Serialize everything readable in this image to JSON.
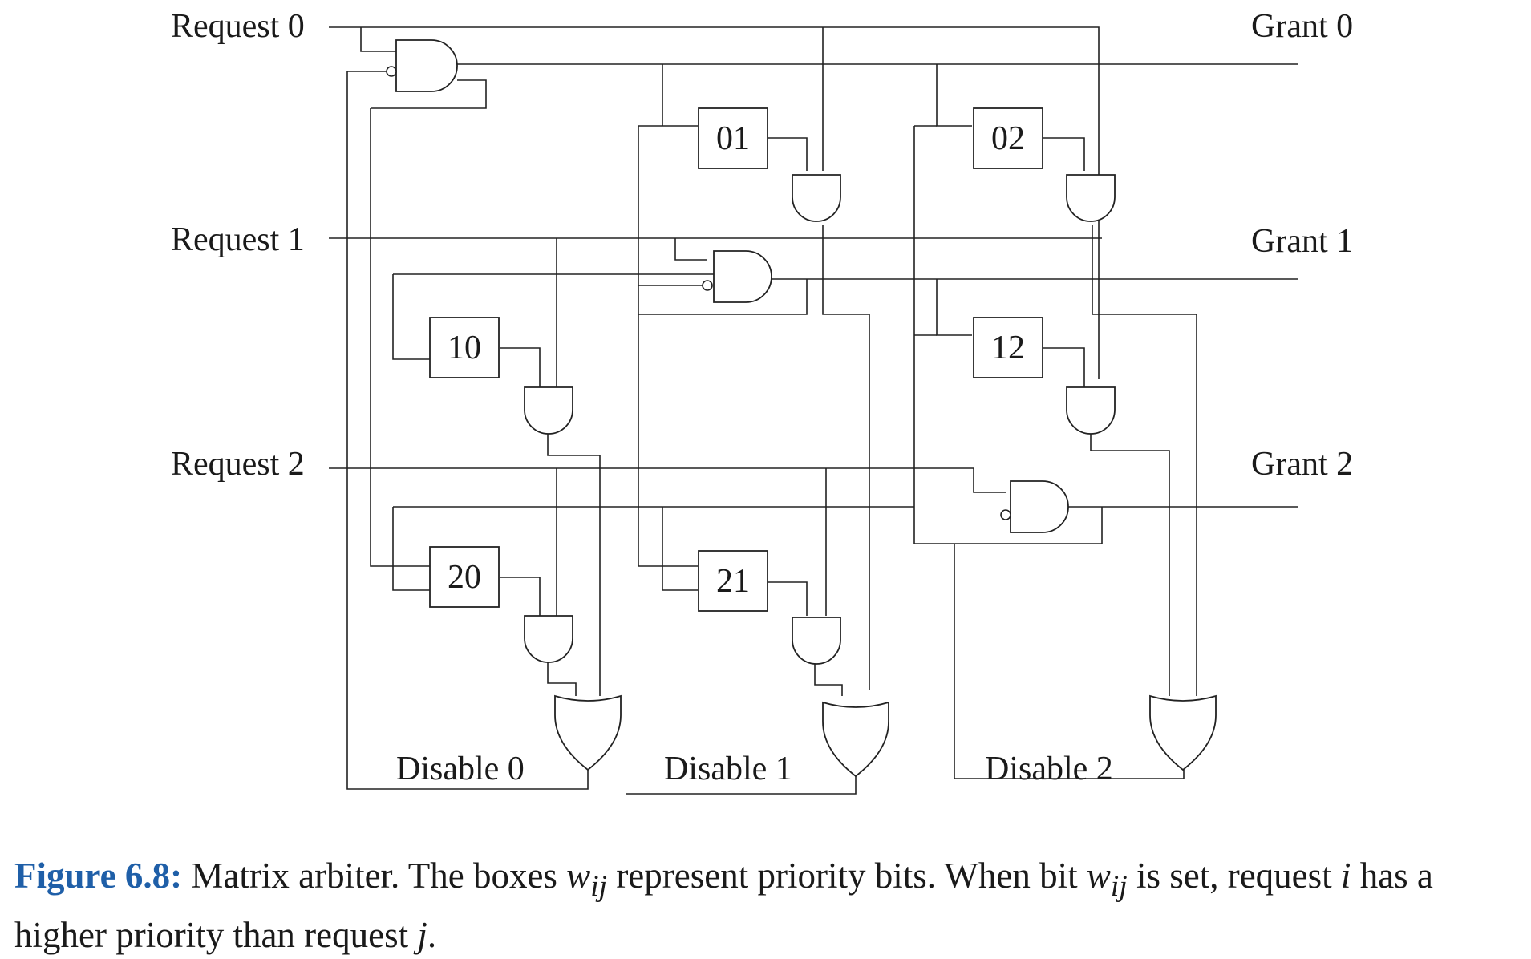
{
  "diagram": {
    "inputs": [
      "Request 0",
      "Request 1",
      "Request 2"
    ],
    "outputs": [
      "Grant 0",
      "Grant 1",
      "Grant 2"
    ],
    "priority_bits": [
      "01",
      "02",
      "10",
      "12",
      "20",
      "21"
    ],
    "disables": [
      "Disable 0",
      "Disable 1",
      "Disable 2"
    ]
  },
  "caption": {
    "figure_number": "Figure 6.8:",
    "t1": " Matrix arbiter. The boxes ",
    "w": "w",
    "ij": "ij",
    "t2": " represent priority bits. When bit ",
    "t3": " is set, request ",
    "i": "i",
    "t4": " has a higher priority than request ",
    "j": "j",
    "t5": "."
  }
}
